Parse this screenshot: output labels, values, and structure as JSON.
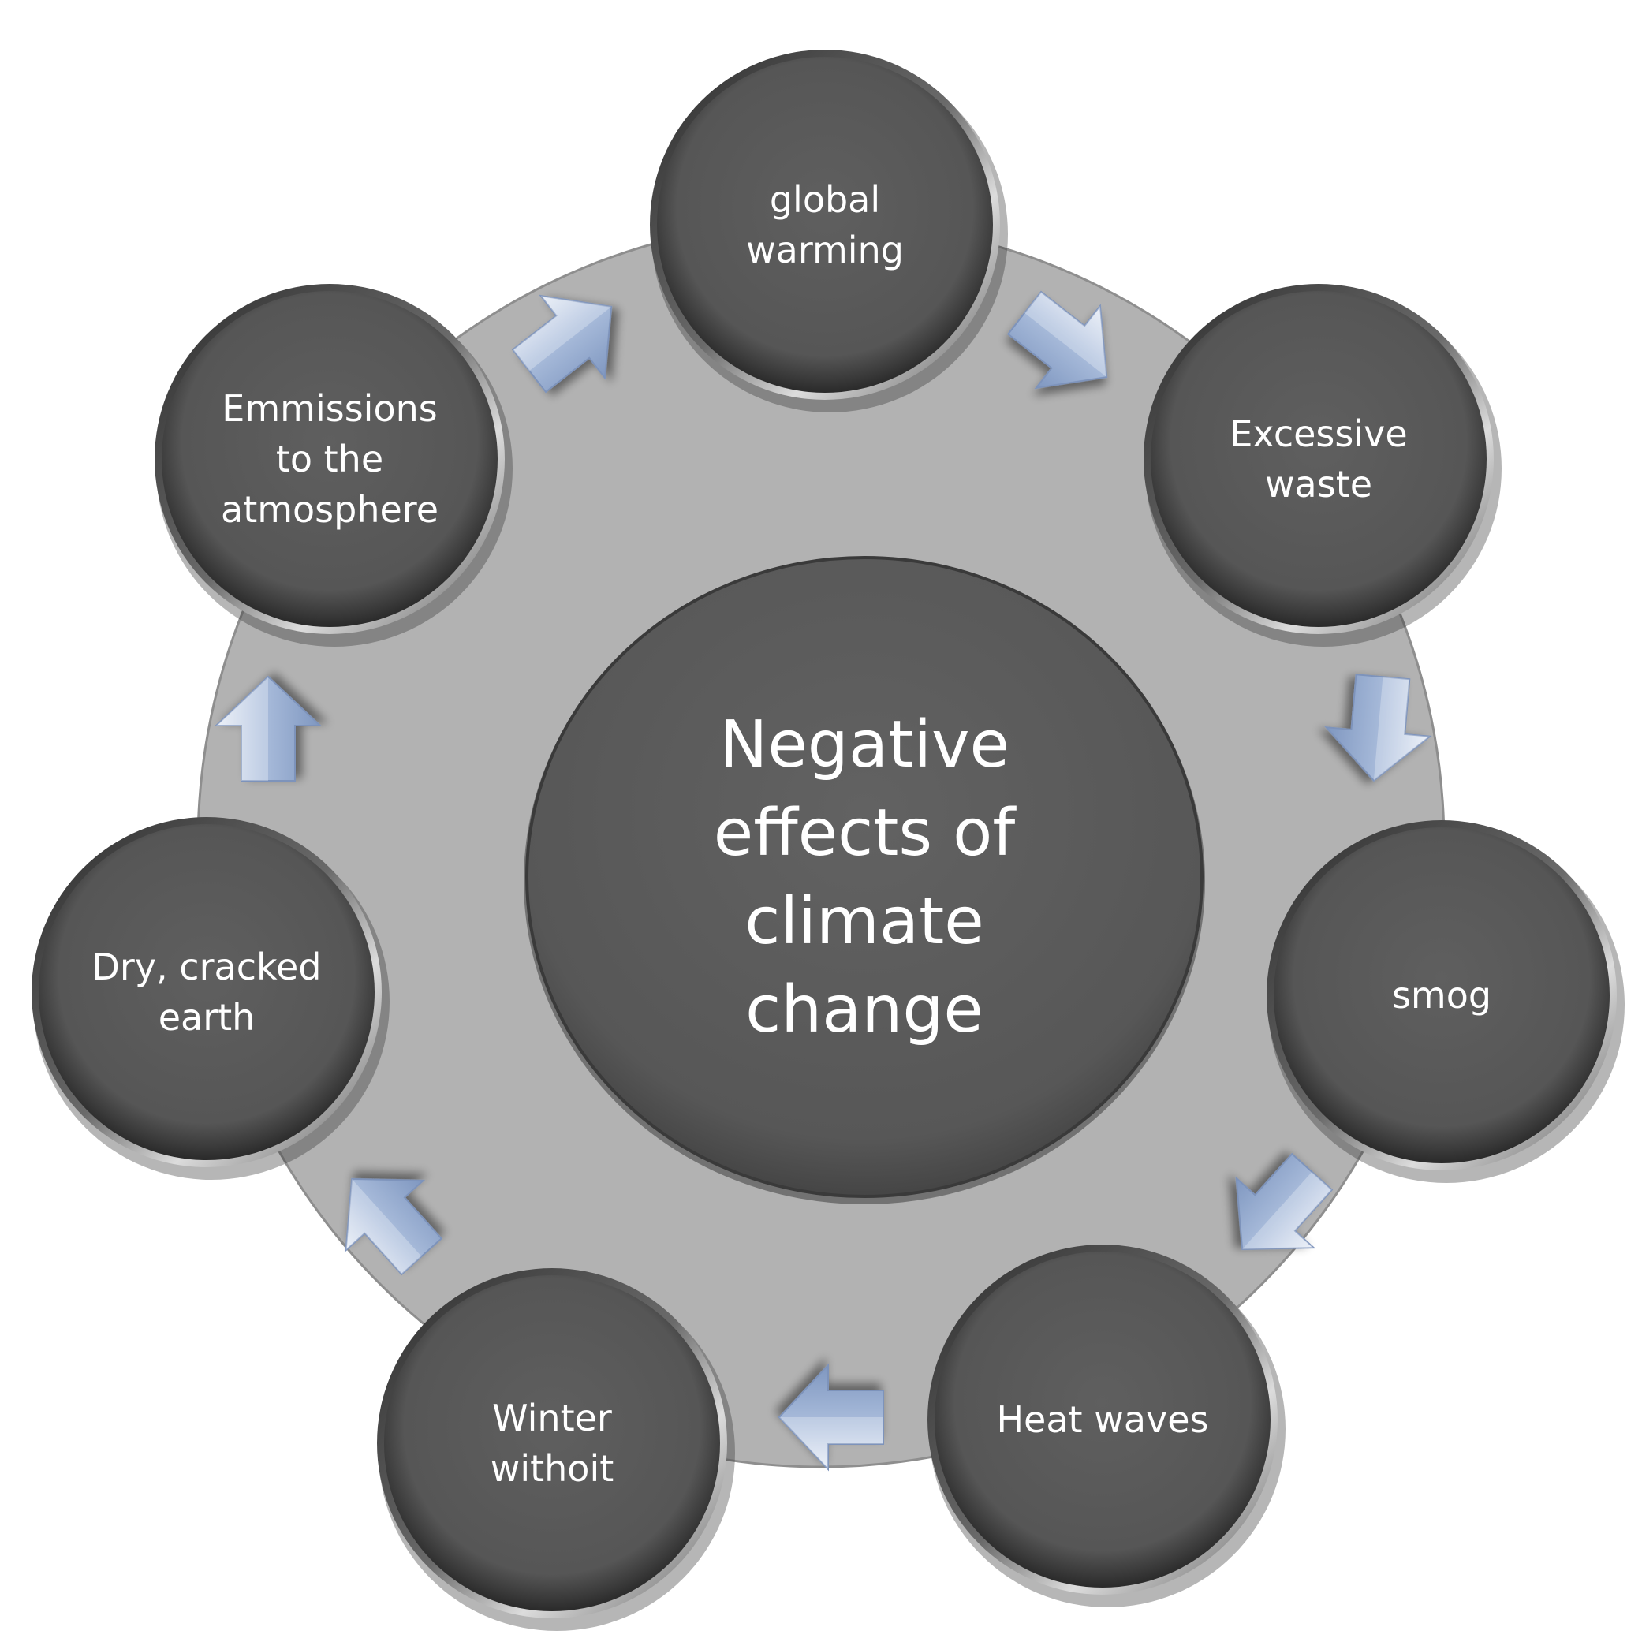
{
  "center": {
    "lines": [
      "Negative",
      "effects of",
      "climate",
      "change"
    ]
  },
  "nodes": [
    {
      "id": "global-warming",
      "lines": [
        "global",
        "warming"
      ]
    },
    {
      "id": "excessive-waste",
      "lines": [
        "Excessive",
        "waste"
      ]
    },
    {
      "id": "smog",
      "lines": [
        "smog"
      ]
    },
    {
      "id": "heat-waves",
      "lines": [
        "Heat waves"
      ]
    },
    {
      "id": "winter-withoit",
      "lines": [
        "Winter",
        "withoit"
      ]
    },
    {
      "id": "dry-cracked-earth",
      "lines": [
        "Dry, cracked",
        "earth"
      ]
    },
    {
      "id": "emmissions",
      "lines": [
        "Emmissions",
        "to the",
        "atmosphere"
      ]
    }
  ],
  "colors": {
    "ring": "#b2b2b2",
    "node_fill": "#575757",
    "center_fill": "#5a5a5a",
    "arrow": "#9fb3d4",
    "text": "#ffffff"
  }
}
